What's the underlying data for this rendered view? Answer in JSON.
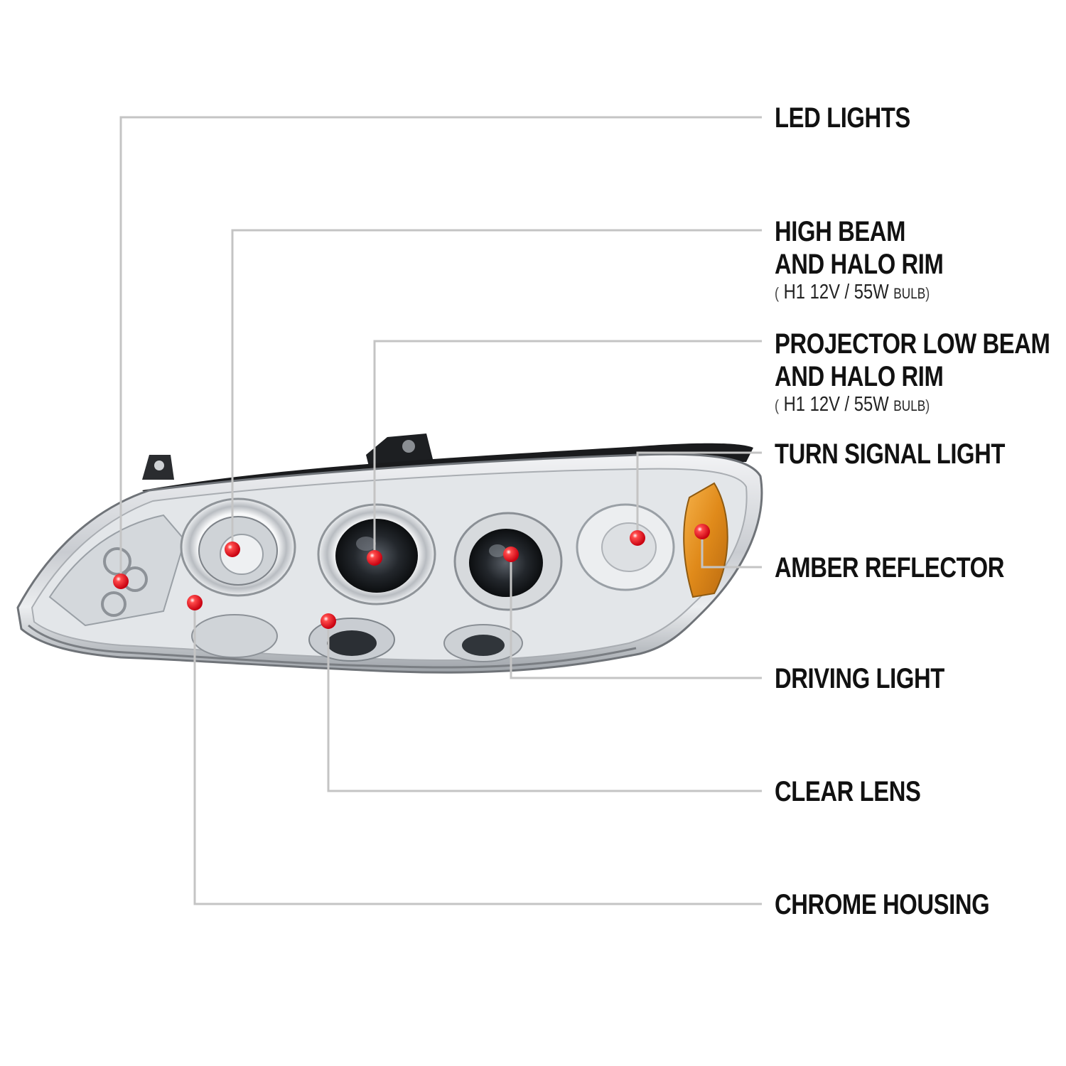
{
  "diagram": {
    "callouts": [
      {
        "id": "led-lights",
        "lines": [
          "LED LIGHTS"
        ]
      },
      {
        "id": "high-beam",
        "lines": [
          "HIGH BEAM",
          "AND HALO RIM"
        ],
        "spec": {
          "bulb": "H1",
          "voltage": "12V",
          "wattage": "55W",
          "unit": "BULB"
        }
      },
      {
        "id": "projector-low-beam",
        "lines": [
          "PROJECTOR LOW BEAM",
          "AND HALO RIM"
        ],
        "spec": {
          "bulb": "H1",
          "voltage": "12V",
          "wattage": "55W",
          "unit": "BULB"
        }
      },
      {
        "id": "turn-signal",
        "lines": [
          "TURN SIGNAL LIGHT"
        ]
      },
      {
        "id": "amber-reflector",
        "lines": [
          "AMBER REFLECTOR"
        ]
      },
      {
        "id": "driving-light",
        "lines": [
          "DRIVING LIGHT"
        ]
      },
      {
        "id": "clear-lens",
        "lines": [
          "CLEAR LENS"
        ]
      },
      {
        "id": "chrome-housing",
        "lines": [
          "CHROME HOUSING"
        ]
      }
    ],
    "colors": {
      "leader_line": "#c4c4c4",
      "marker": "#e0141e",
      "text": "#111111",
      "amber": "#e08a1a",
      "chrome": "#bfc3c8"
    }
  }
}
